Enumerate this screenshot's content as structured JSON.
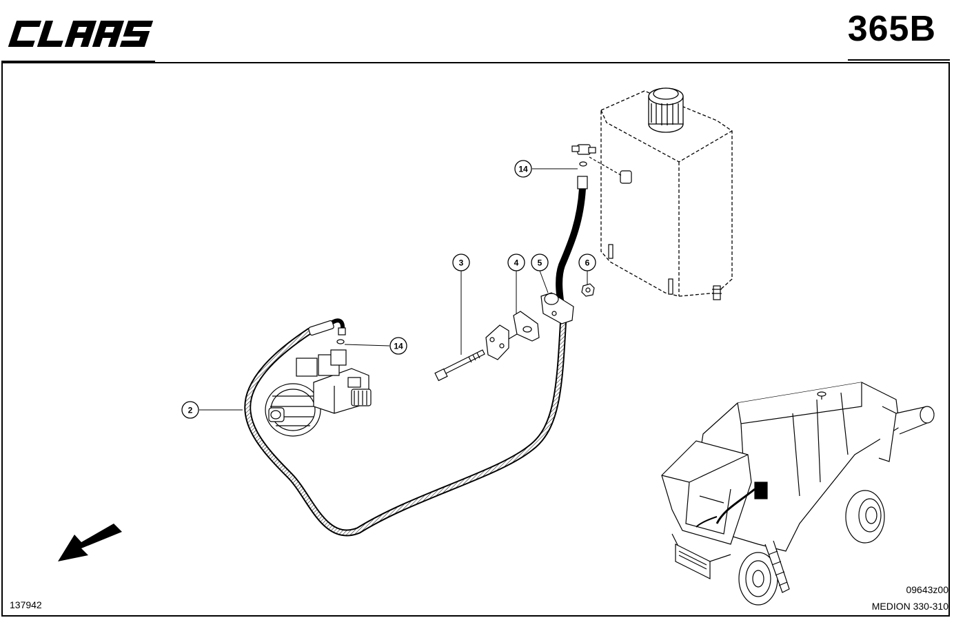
{
  "header": {
    "brand": "CLAAS",
    "page_code": "365B"
  },
  "footer": {
    "drawing_number": "137942",
    "reference_code": "09643z00",
    "model_range": "MEDION 330-310"
  },
  "callouts": [
    {
      "id": "callout-14-top",
      "label": "14"
    },
    {
      "id": "callout-3",
      "label": "3"
    },
    {
      "id": "callout-4",
      "label": "4"
    },
    {
      "id": "callout-5",
      "label": "5"
    },
    {
      "id": "callout-6",
      "label": "6"
    },
    {
      "id": "callout-14-bottom",
      "label": "14"
    },
    {
      "id": "callout-2",
      "label": "2"
    }
  ]
}
